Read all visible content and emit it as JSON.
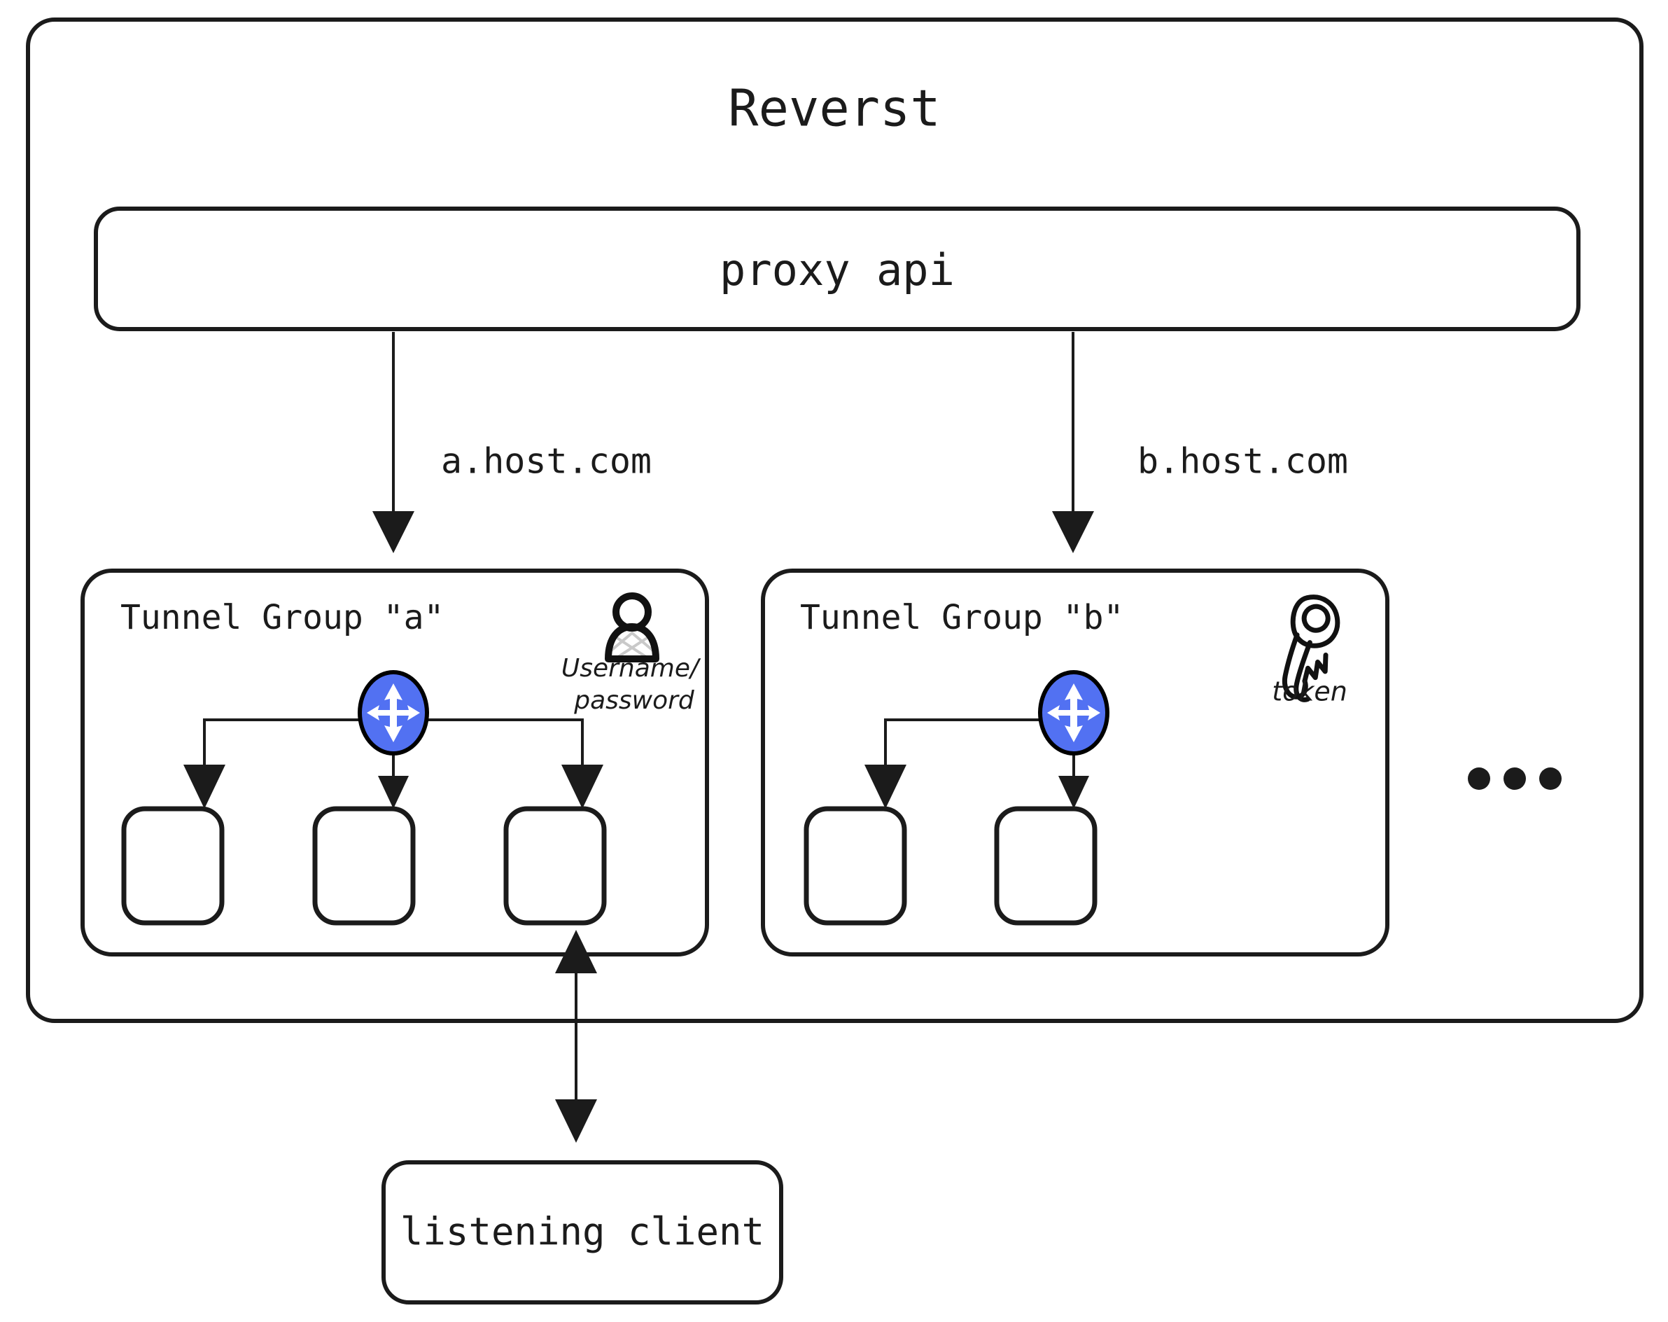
{
  "diagram": {
    "title": "Reverst",
    "outer_frame_label": "Reverst",
    "proxy_api": {
      "label": "proxy api"
    },
    "edges": [
      {
        "label": "a.host.com",
        "from": "proxy api",
        "to": "Tunnel Group \"a\""
      },
      {
        "label": "b.host.com",
        "from": "proxy api",
        "to": "Tunnel Group \"b\""
      }
    ],
    "groups": [
      {
        "title": "Tunnel Group \"a\"",
        "auth_icon": "person-icon",
        "auth_label_line1": "Username/",
        "auth_label_line2": "password",
        "auth_label": "Username/password",
        "hub_icon": "four-way-arrow-icon",
        "tunnel_count": 3
      },
      {
        "title": "Tunnel Group \"b\"",
        "auth_icon": "key-icon",
        "auth_label": "token",
        "hub_icon": "four-way-arrow-icon",
        "tunnel_count": 2
      }
    ],
    "more_groups_indicator": "• • •",
    "client": {
      "label": "listening client"
    },
    "colors": {
      "stroke": "#1b1b1b",
      "hub_fill": "#5271f2",
      "hub_stroke": "#000000",
      "glyph": "#ffffff",
      "background": "#ffffff",
      "sketch_faint": "#c9c9c9"
    }
  }
}
